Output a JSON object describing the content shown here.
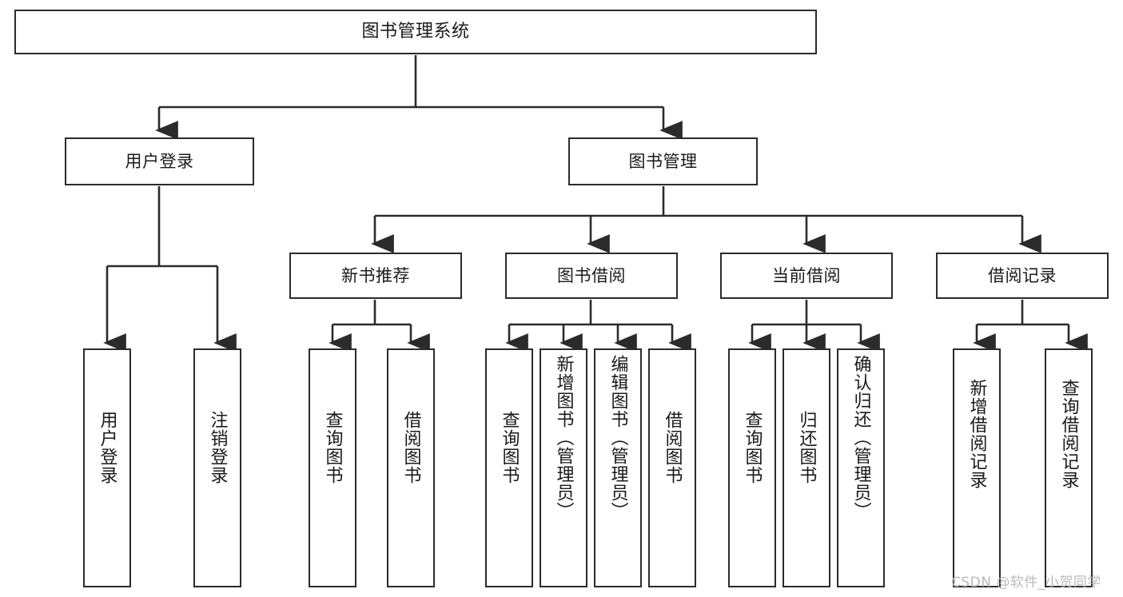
{
  "diagram": {
    "type": "tree",
    "title": "图书管理系统",
    "orientation": "top-down",
    "watermark": "CSDN @软件_小贺同学",
    "colors": {
      "background": "#ffffff",
      "box_border": "#2b2b2b",
      "box_fill": "#ffffff",
      "edge": "#2b2b2b",
      "text": "#1a1a1a",
      "watermark": "#b9b9b9"
    },
    "root": {
      "id": "root",
      "label": "图书管理系统"
    },
    "level1": [
      {
        "id": "user-login",
        "label": "用户登录"
      },
      {
        "id": "book-manage",
        "label": "图书管理"
      }
    ],
    "level2": [
      {
        "id": "new-book-recommend",
        "label": "新书推荐",
        "parent": "book-manage"
      },
      {
        "id": "book-borrow",
        "label": "图书借阅",
        "parent": "book-manage"
      },
      {
        "id": "current-borrow",
        "label": "当前借阅",
        "parent": "book-manage"
      },
      {
        "id": "borrow-record",
        "label": "借阅记录",
        "parent": "book-manage"
      }
    ],
    "leaves": {
      "user-login": [
        {
          "id": "leaf-user-login",
          "label": "用户登录"
        },
        {
          "id": "leaf-user-logout",
          "label": "注销登录"
        }
      ],
      "new-book-recommend": [
        {
          "id": "leaf-query-book-1",
          "label": "查询图书"
        },
        {
          "id": "leaf-borrow-book-1",
          "label": "借阅图书"
        }
      ],
      "book-borrow": [
        {
          "id": "leaf-query-book-2",
          "label": "查询图书"
        },
        {
          "id": "leaf-add-book",
          "label": "新增图书（管理员）"
        },
        {
          "id": "leaf-edit-book",
          "label": "编辑图书（管理员）"
        },
        {
          "id": "leaf-borrow-book-2",
          "label": "借阅图书"
        }
      ],
      "current-borrow": [
        {
          "id": "leaf-query-book-3",
          "label": "查询图书"
        },
        {
          "id": "leaf-return-book",
          "label": "归还图书"
        },
        {
          "id": "leaf-confirm-return",
          "label": "确认归还（管理员）"
        }
      ],
      "borrow-record": [
        {
          "id": "leaf-add-record",
          "label": "新增借阅记录"
        },
        {
          "id": "leaf-query-record",
          "label": "查询借阅记录"
        }
      ]
    }
  }
}
